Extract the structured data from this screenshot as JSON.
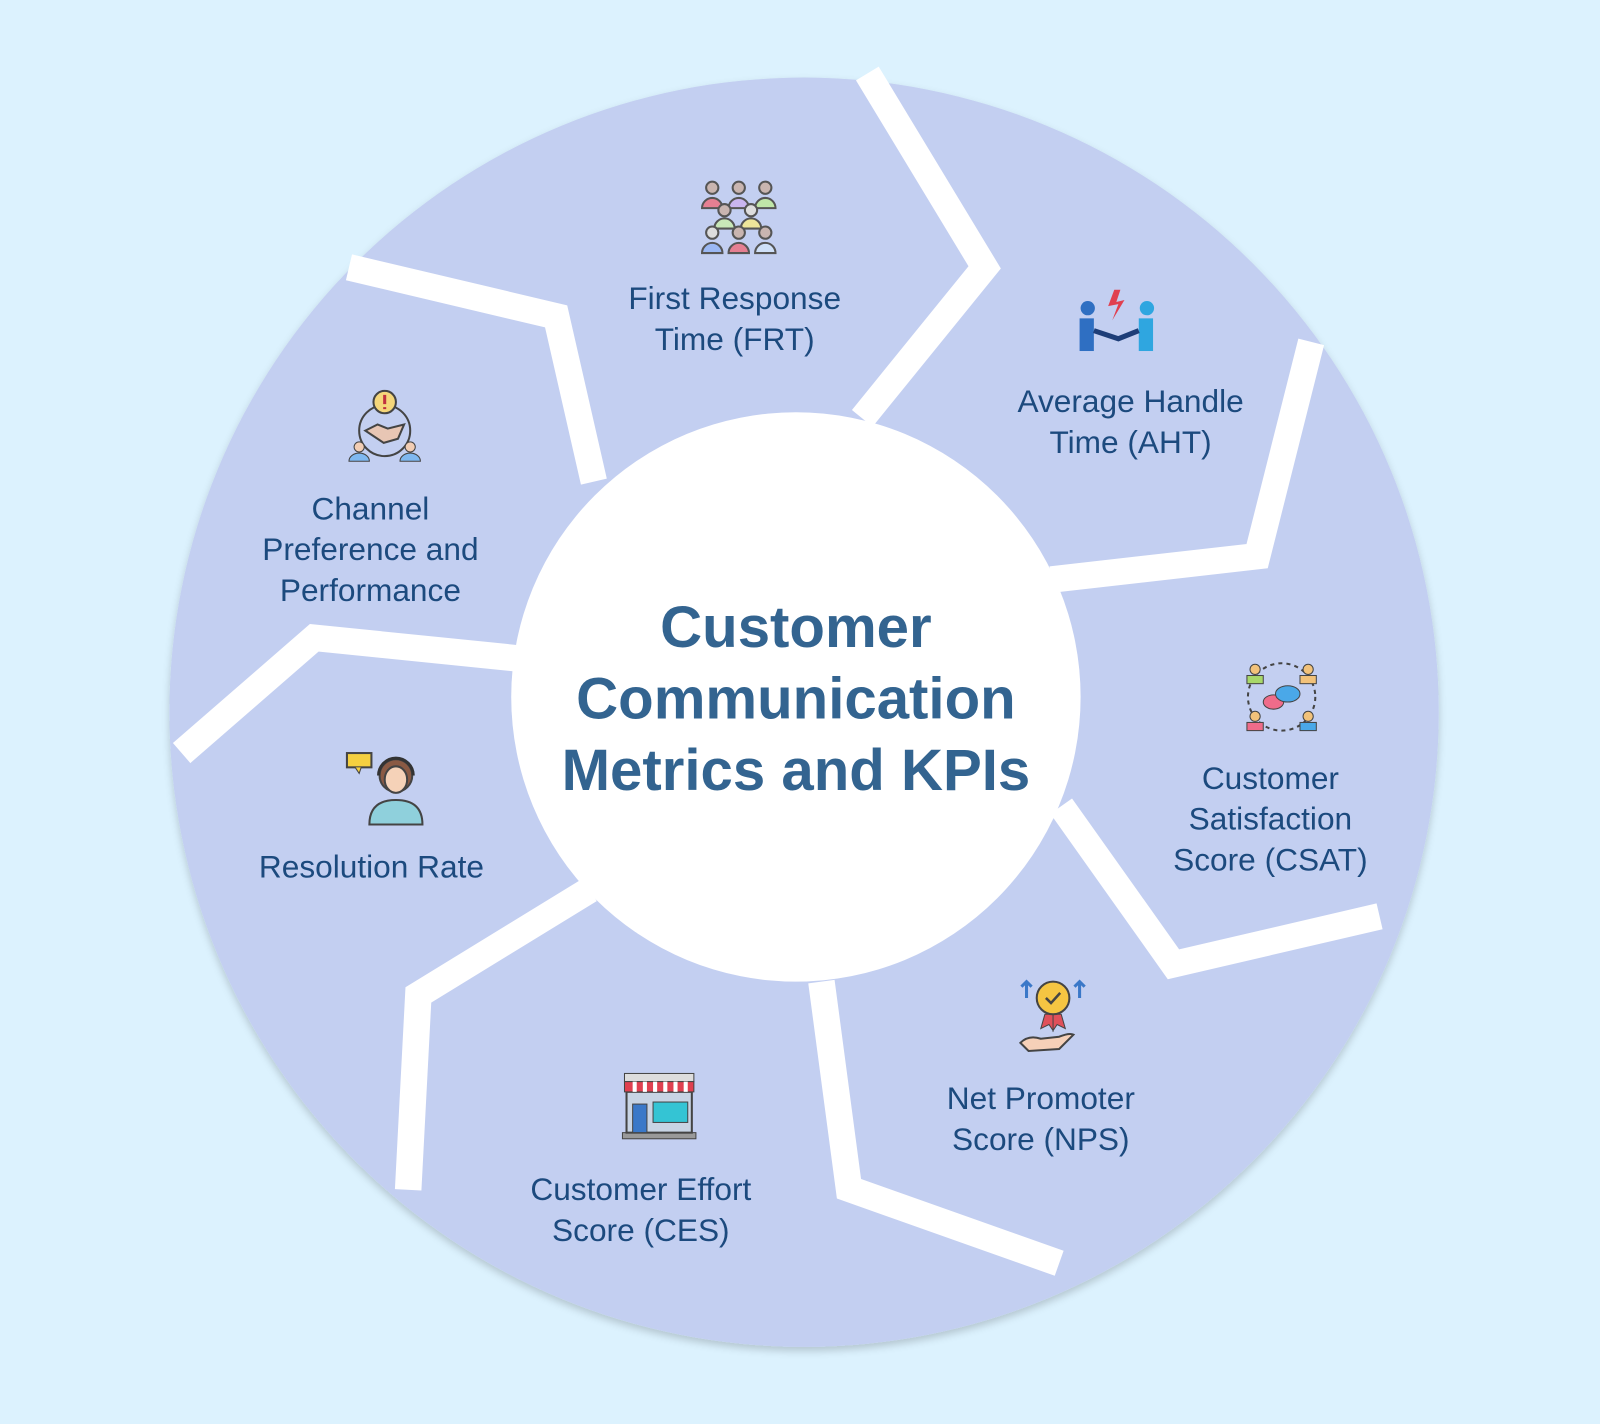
{
  "title": {
    "lines": [
      "Customer",
      "Communication",
      "Metrics and KPIs"
    ]
  },
  "colors": {
    "background": "#dcf2fe",
    "ring": "#c3cff1",
    "center": "#ffffff",
    "label_text": "#1c4a7e",
    "title_text": "#336490"
  },
  "segments": [
    {
      "lines": [
        "First Response",
        "Time (FRT)"
      ],
      "icon": "crowd-icon"
    },
    {
      "lines": [
        "Average Handle",
        "Time (AHT)"
      ],
      "icon": "handshake-conflict-icon"
    },
    {
      "lines": [
        "Customer",
        "Satisfaction",
        "Score (CSAT)"
      ],
      "icon": "people-chat-circle-icon"
    },
    {
      "lines": [
        "Net Promoter",
        "Score (NPS)"
      ],
      "icon": "award-hand-icon"
    },
    {
      "lines": [
        "Customer Effort",
        "Score (CES)"
      ],
      "icon": "storefront-icon"
    },
    {
      "lines": [
        "Resolution Rate"
      ],
      "icon": "support-agent-icon"
    },
    {
      "lines": [
        "Channel",
        "Preference and",
        "Performance"
      ],
      "icon": "handshake-alert-icon"
    }
  ]
}
